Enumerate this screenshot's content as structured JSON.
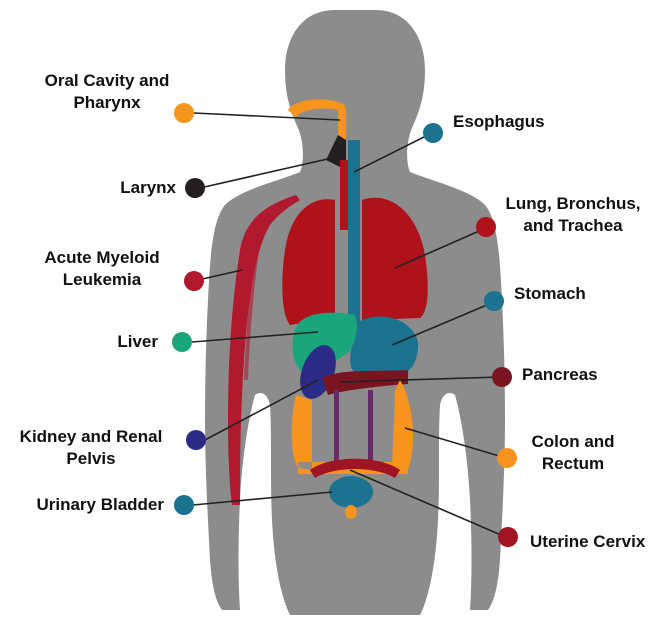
{
  "labels": {
    "oral_cavity": [
      "Oral Cavity and",
      "Pharynx"
    ],
    "larynx": [
      "Larynx"
    ],
    "aml": [
      "Acute Myeloid",
      "Leukemia"
    ],
    "liver": [
      "Liver"
    ],
    "kidney": [
      "Kidney and Renal",
      "Pelvis"
    ],
    "bladder": [
      "Urinary Bladder"
    ],
    "esophagus": [
      "Esophagus"
    ],
    "lung": [
      "Lung, Bronchus,",
      "and Trachea"
    ],
    "stomach": [
      "Stomach"
    ],
    "pancreas": [
      "Pancreas"
    ],
    "colon": [
      "Colon and",
      "Rectum"
    ],
    "cervix": [
      "Uterine Cervix"
    ]
  },
  "colors": {
    "body": "#8c8c8c",
    "oral_cavity": "#f7941d",
    "larynx": "#231f20",
    "aml": "#b0192e",
    "liver": "#1aa67a",
    "kidney": "#2b2a85",
    "bladder": "#1b7390",
    "esophagus": "#1b7390",
    "lung": "#b0121b",
    "stomach": "#1b7390",
    "pancreas": "#7a1420",
    "colon": "#f7941d",
    "cervix": "#a01424",
    "uterus": "#6a2a6a"
  }
}
